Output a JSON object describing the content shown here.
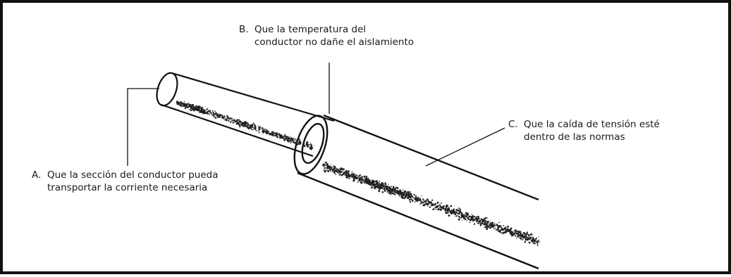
{
  "labels": {
    "a": {
      "letter": "A.",
      "line1": "Que la sección del conductor pueda",
      "line2": "transportar la corriente necesaria"
    },
    "b": {
      "letter": "B.",
      "line1": "Que la temperatura del",
      "line2": "conductor no dañe el aislamiento"
    },
    "c": {
      "letter": "C.",
      "line1": "Que la caída de tensión esté",
      "line2": "dentro de las normas"
    }
  },
  "colors": {
    "border": "#111111",
    "stroke": "#111111",
    "stipple": "#222222"
  }
}
